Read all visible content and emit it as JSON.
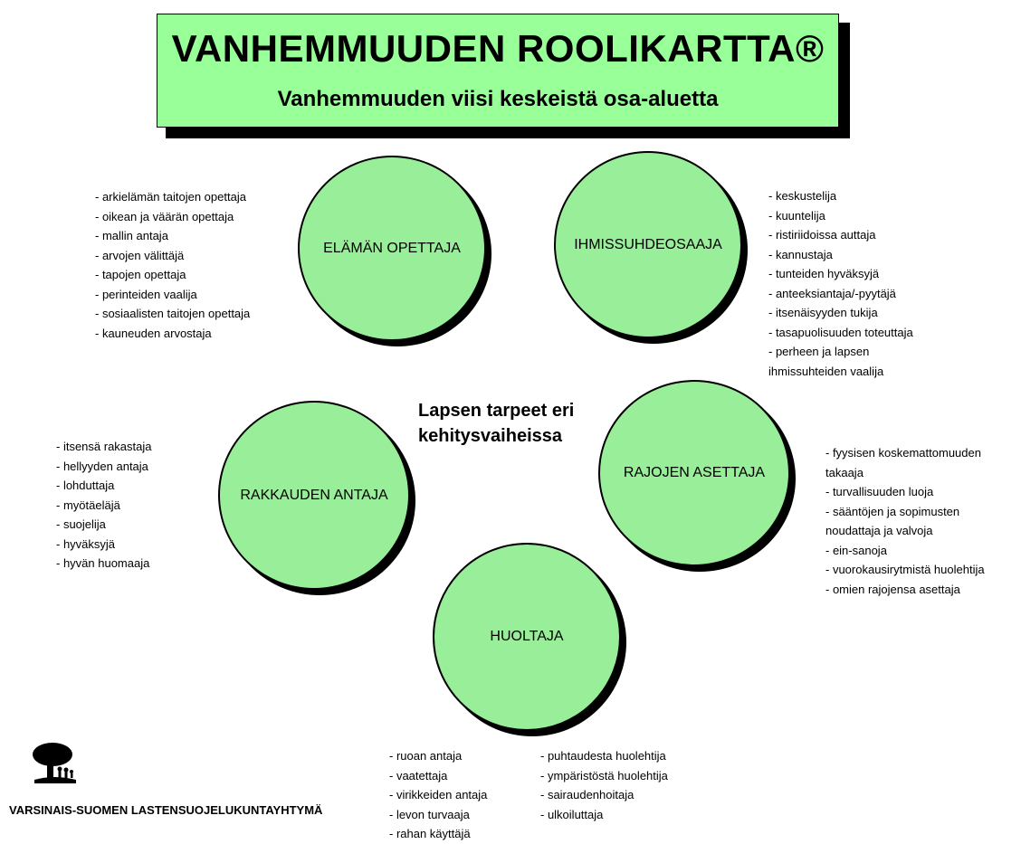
{
  "title": {
    "main": "VANHEMMUUDEN ROOLIKARTTA®",
    "subtitle": "Vanhemmuuden viisi keskeistä osa-aluetta"
  },
  "center_label": [
    "Lapsen tarpeet eri",
    "kehitysvaiheissa"
  ],
  "circle_color": "#99ee99",
  "title_box_color": "#99ff99",
  "roles": {
    "elaman_opettaja": {
      "label": "ELÄMÄN OPETTAJA",
      "items": [
        "- arkielämän taitojen opettaja",
        "- oikean ja väärän opettaja",
        "- mallin antaja",
        "- arvojen välittäjä",
        "- tapojen opettaja",
        "- perinteiden vaalija",
        "- sosiaalisten taitojen opettaja",
        "- kauneuden arvostaja"
      ]
    },
    "ihmissuhdeosaaja": {
      "label": "IHMISSUHDEOSAAJA",
      "items": [
        "- keskustelija",
        "- kuuntelija",
        "- ristiriidoissa auttaja",
        "- kannustaja",
        "- tunteiden hyväksyjä",
        "- anteeksiantaja/-pyytäjä",
        "- itsenäisyyden tukija",
        "- tasapuolisuuden toteuttaja",
        "- perheen ja lapsen",
        "ihmissuhteiden vaalija"
      ]
    },
    "rakkauden_antaja": {
      "label": "RAKKAUDEN ANTAJA",
      "items": [
        "- itsensä rakastaja",
        "- hellyyden antaja",
        "- lohduttaja",
        "- myötäeläjä",
        "- suojelija",
        "- hyväksyjä",
        "- hyvän huomaaja"
      ]
    },
    "rajojen_asettaja": {
      "label": "RAJOJEN ASETTAJA",
      "items": [
        "- fyysisen koskemattomuuden",
        "takaaja",
        "- turvallisuuden luoja",
        "- sääntöjen ja sopimusten",
        "noudattaja ja valvoja",
        "- ein-sanoja",
        "- vuorokausirytmistä huolehtija",
        "- omien rajojensa asettaja"
      ]
    },
    "huoltaja": {
      "label": "HUOLTAJA",
      "items_left": [
        "- ruoan antaja",
        "- vaatettaja",
        "- virikkeiden antaja",
        "- levon turvaaja",
        "- rahan käyttäjä"
      ],
      "items_right": [
        "- puhtaudesta huolehtija",
        "- ympäristöstä huolehtija",
        "- sairaudenhoitaja",
        "- ulkoiluttaja"
      ]
    }
  },
  "organization": "VARSINAIS-SUOMEN LASTENSUOJELUKUNTAYHTYMÄ",
  "logo_icon": "tree-family-icon"
}
